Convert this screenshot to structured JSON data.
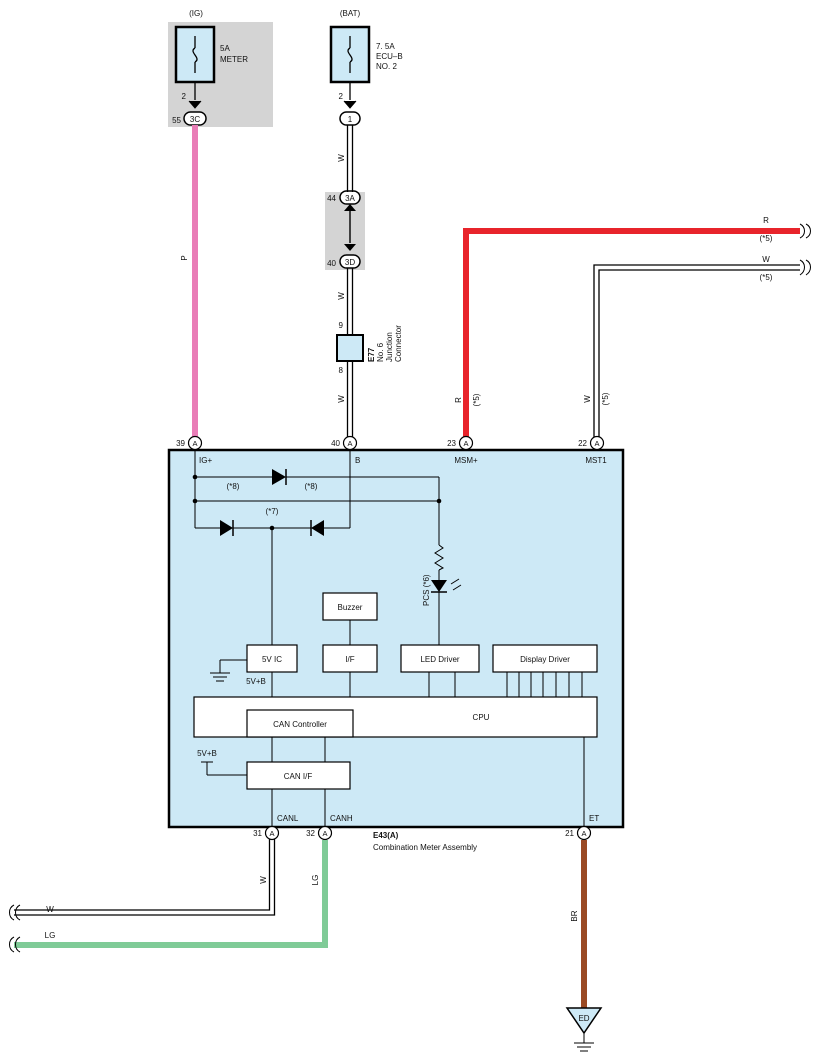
{
  "fuses": {
    "ig": {
      "supply": "(IG)",
      "rating": "5A",
      "name": "METER",
      "pin": "2",
      "conn_pin": "55",
      "conn_id": "3C"
    },
    "bat": {
      "supply": "(BAT)",
      "rating": "7. 5A",
      "name1": "ECU–B",
      "name2": "NO. 2",
      "pin": "2",
      "conn_id": "1"
    }
  },
  "junction_block": {
    "top_pin": "44",
    "top_id": "3A",
    "bot_pin": "40",
    "bot_id": "3D"
  },
  "junction_connector": {
    "code": "E77",
    "line1": "No. 6",
    "line2": "Junction",
    "line3": "Connector",
    "pin_top": "9",
    "pin_bot": "8"
  },
  "wires": {
    "p": "P",
    "w_bat1": "W",
    "w_bat2": "W",
    "w_bat3": "W",
    "r": "R",
    "r_note": "(*5)",
    "w_mst": "W",
    "w_mst_note": "(*5)",
    "right_r": "R",
    "right_r_note": "(*5)",
    "right_w": "W",
    "right_w_note": "(*5)",
    "canl": "W",
    "canh": "LG",
    "left_w": "W",
    "left_lg": "LG",
    "et": "BR"
  },
  "terminals": {
    "ig": {
      "num": "39",
      "id": "A",
      "label": "IG+"
    },
    "b": {
      "num": "40",
      "id": "A",
      "label": "B"
    },
    "msm": {
      "num": "23",
      "id": "A",
      "label": "MSM+"
    },
    "mst": {
      "num": "22",
      "id": "A",
      "label": "MST1"
    },
    "canl": {
      "num": "31",
      "id": "A",
      "label": "CANL"
    },
    "canh": {
      "num": "32",
      "id": "A",
      "label": "CANH"
    },
    "et": {
      "num": "21",
      "id": "A",
      "label": "ET"
    }
  },
  "meter": {
    "code": "E43(A)",
    "name": "Combination Meter Assembly",
    "note8a": "(*8)",
    "note8b": "(*8)",
    "note7": "(*7)",
    "pcs": "PCS (*6)",
    "blocks": {
      "buzzer": "Buzzer",
      "five_v_ic": "5V IC",
      "if": "I/F",
      "led_driver": "LED Driver",
      "display_driver": "Display Driver",
      "cpu": "CPU",
      "can_controller": "CAN Controller",
      "can_if": "CAN I/F"
    },
    "five_v_b_1": "5V+B",
    "five_v_b_2": "5V+B"
  },
  "ground": {
    "id": "ED"
  },
  "colors": {
    "meter_fill": "#cde9f6",
    "fuse_box": "#d4d4d4",
    "fuse_fill": "#cde9f6",
    "wire_p": "#e97db7",
    "wire_r": "#e8242b",
    "wire_lg": "#7fcb97",
    "wire_br": "#9a4a24"
  }
}
